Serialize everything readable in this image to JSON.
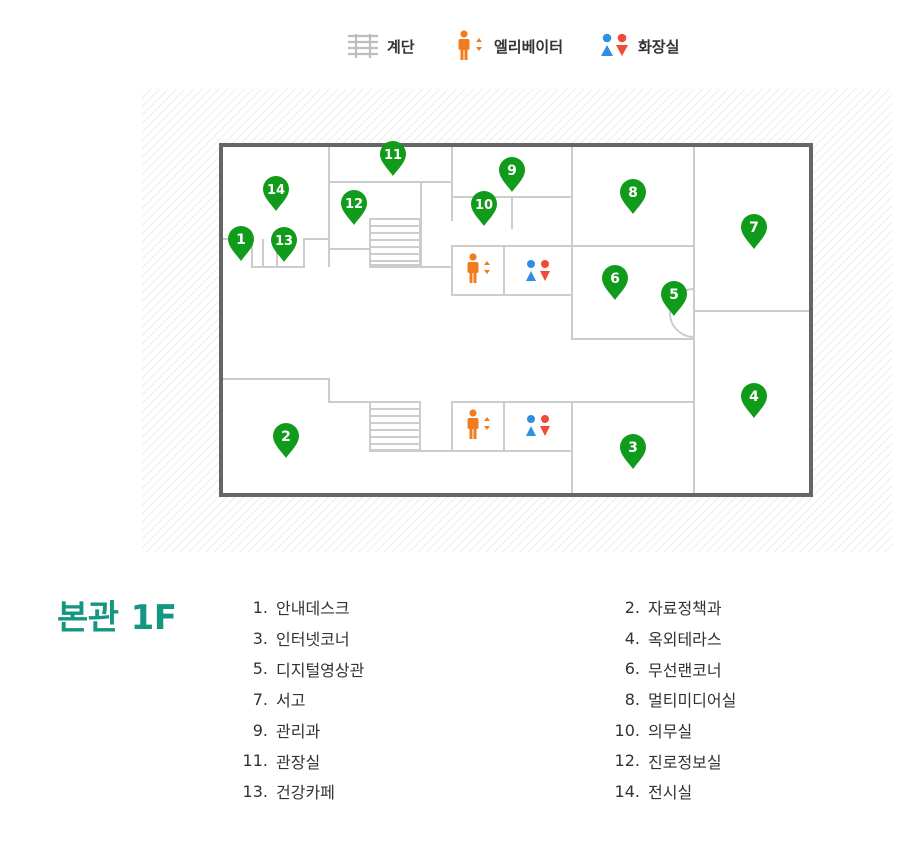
{
  "legend": {
    "stairs": "계단",
    "elevator": "엘리베이터",
    "restroom": "화장실"
  },
  "map": {
    "building": "본관",
    "floor": "1F",
    "pins": [
      "1",
      "2",
      "3",
      "4",
      "5",
      "6",
      "7",
      "8",
      "9",
      "10",
      "11",
      "12",
      "13",
      "14"
    ]
  },
  "rooms": [
    {
      "num": "1.",
      "name": "안내데스크"
    },
    {
      "num": "2.",
      "name": "자료정책과"
    },
    {
      "num": "3.",
      "name": "인터넷코너"
    },
    {
      "num": "4.",
      "name": "옥외테라스"
    },
    {
      "num": "5.",
      "name": "디지털영상관"
    },
    {
      "num": "6.",
      "name": "무선랜코너"
    },
    {
      "num": "7.",
      "name": "서고"
    },
    {
      "num": "8.",
      "name": "멀티미디어실"
    },
    {
      "num": "9.",
      "name": "관리과"
    },
    {
      "num": "10.",
      "name": "의무실"
    },
    {
      "num": "11.",
      "name": "관장실"
    },
    {
      "num": "12.",
      "name": "진로정보실"
    },
    {
      "num": "13.",
      "name": "건강카페"
    },
    {
      "num": "14.",
      "name": "전시실"
    }
  ],
  "colors": {
    "pin": "#119b1a",
    "title": "#149680",
    "elevator": "#f07c1e",
    "restroom_blue": "#2f8fe0",
    "restroom_red": "#ef4b36",
    "wall": "#cccccc",
    "outer_wall": "#666666"
  },
  "icons": {
    "stairs": "stairs-icon",
    "elevator": "elevator-icon",
    "restroom": "restroom-icon",
    "pin": "map-pin-icon"
  }
}
